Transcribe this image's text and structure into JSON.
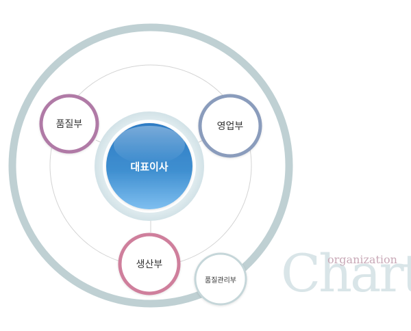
{
  "nodes": {
    "center": {
      "label": "대표이사"
    },
    "quality": {
      "label": "품질부"
    },
    "sales": {
      "label": "영업부"
    },
    "production": {
      "label": "생산부"
    },
    "quality_management": {
      "label": "품질관리부"
    }
  },
  "watermark": {
    "small": "organization",
    "big": "Chart"
  },
  "colors": {
    "outer_ring": "#bfd0d3",
    "center_fill": "#3f8fd0",
    "center_halo": "#dceaee",
    "quality_ring": "#b07aa6",
    "sales_ring": "#8a9cbc",
    "production_ring": "#cf7f9c",
    "quality_management_ring": "#c5d6d9",
    "watermark_big": "#d9e5e8",
    "watermark_small": "#c9a9b7"
  }
}
